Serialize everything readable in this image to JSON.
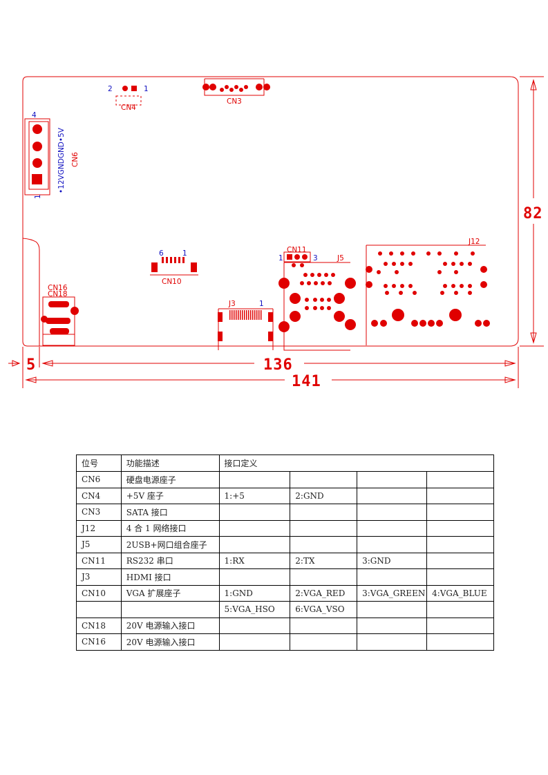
{
  "board": {
    "cn4": {
      "label": "CN4",
      "pin_left": "2",
      "pin_right": "1"
    },
    "cn3": {
      "label": "CN3"
    },
    "cn6": {
      "label": "CN6",
      "pin_top": "4",
      "pin_bottom": "1",
      "signals": "•12VGNDGND•5V"
    },
    "cn10": {
      "label": "CN10",
      "pin_left": "6",
      "pin_right": "1"
    },
    "cn11": {
      "label": "CN11",
      "pin_left": "1",
      "pin_right": "3"
    },
    "j5": {
      "label": "J5"
    },
    "j12": {
      "label": "J12"
    },
    "j3": {
      "label": "J3",
      "pin": "1"
    },
    "cn16": {
      "label": "CN16"
    },
    "cn18": {
      "label": "CN18"
    },
    "dimensions": {
      "height": "82",
      "offset": "5",
      "inner_width": "136",
      "total_width": "141"
    }
  },
  "table": {
    "headers": [
      "位号",
      "功能描述",
      "接口定义"
    ],
    "rows": [
      [
        "CN6",
        "硬盘电源座子",
        "",
        "",
        "",
        ""
      ],
      [
        "CN4",
        "+5V 座子",
        "1:+5",
        "2:GND",
        "",
        ""
      ],
      [
        "CN3",
        "SATA 接口",
        "",
        "",
        "",
        ""
      ],
      [
        "J12",
        "4 合 1 网络接口",
        "",
        "",
        "",
        ""
      ],
      [
        "J5",
        "2USB+网口组合座子",
        "",
        "",
        "",
        ""
      ],
      [
        "CN11",
        "RS232 串口",
        "1:RX",
        "2:TX",
        "3:GND",
        ""
      ],
      [
        "J3",
        "HDMI 接口",
        "",
        "",
        "",
        ""
      ],
      [
        "CN10",
        "VGA 扩展座子",
        "1:GND",
        "2:VGA_RED",
        "3:VGA_GREEN",
        "4:VGA_BLUE"
      ],
      [
        "",
        "",
        "5:VGA_HSO",
        "6:VGA_VSO",
        "",
        ""
      ],
      [
        "CN18",
        "20V 电源输入接口",
        "",
        "",
        "",
        ""
      ],
      [
        "CN16",
        "20V 电源输入接口",
        "",
        "",
        "",
        ""
      ]
    ]
  }
}
